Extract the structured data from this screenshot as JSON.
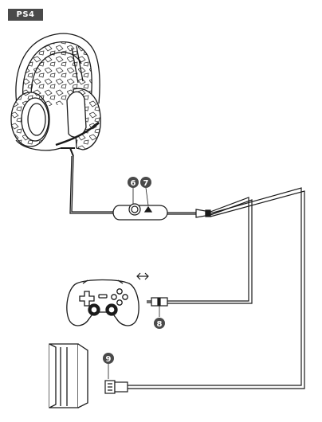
{
  "platform_badge": "PS4",
  "callouts": {
    "volume": "6",
    "mic_mute": "7",
    "jack": "8",
    "usb": "9"
  },
  "colors": {
    "badge_bg": "#4a4a4a",
    "callout_bg": "#4a4a4a",
    "line": "#1a1a1a"
  }
}
